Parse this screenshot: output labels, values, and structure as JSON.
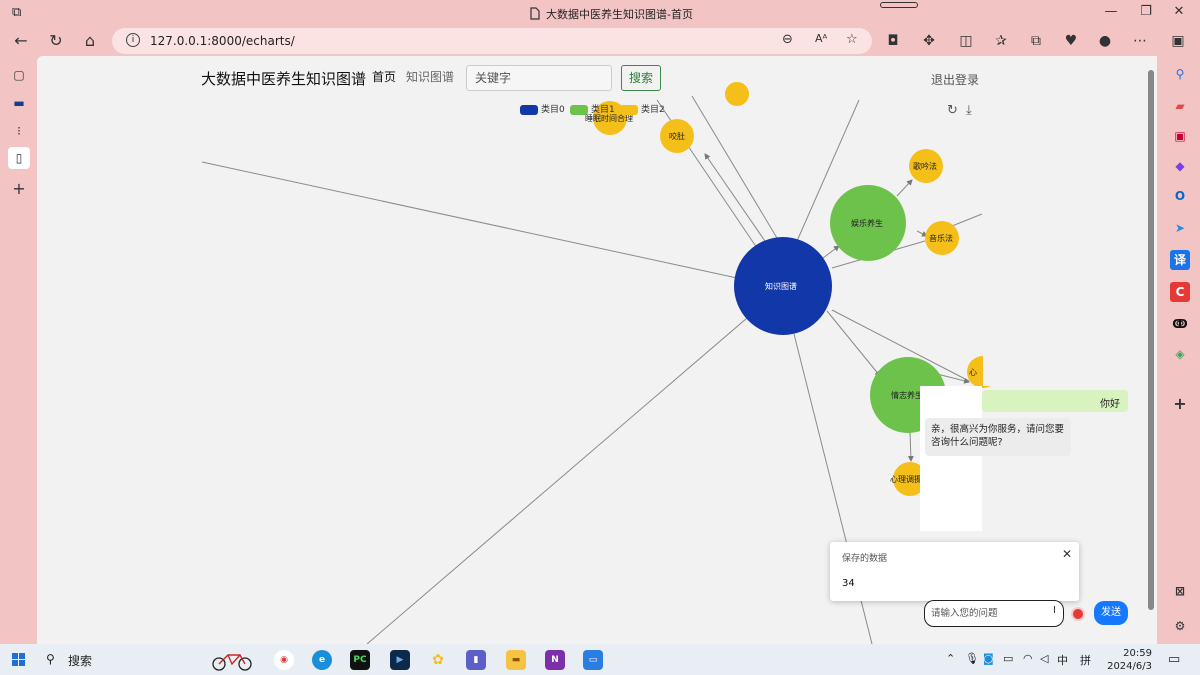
{
  "browser": {
    "tab_title": "大数据中医养生知识图谱-首页",
    "url": "127.0.0.1:8000/echarts/"
  },
  "site": {
    "title": "大数据中医养生知识图谱",
    "nav": [
      "首页",
      "知识图谱"
    ],
    "search_placeholder": "关键字",
    "search_label": "搜索",
    "logout_label": "退出登录"
  },
  "legend": [
    {
      "label": "类目0",
      "color": "#1237a8"
    },
    {
      "label": "类目1",
      "color": "#6cc24a"
    },
    {
      "label": "类目2",
      "color": "#f5bf19"
    }
  ],
  "graph": {
    "center_label": "知识图谱",
    "nodes": [
      "娱乐养生",
      "歌吟法",
      "音乐法",
      "情志养生",
      "心理调摄",
      "心",
      "咬肚",
      "睡眠时间合理"
    ]
  },
  "chat": {
    "user_message": "你好",
    "bot_message": "亲，很高兴为你服务，请问您要咨询什么问题呢?",
    "input_placeholder": "请输入您的问题",
    "send_label": "发送"
  },
  "saved_panel": {
    "title": "保存的数据",
    "value": "34"
  },
  "taskbar": {
    "search_label": "搜索",
    "ime_label": "中",
    "ime_mode": "拼",
    "time": "20:59",
    "date": "2024/6/3"
  }
}
